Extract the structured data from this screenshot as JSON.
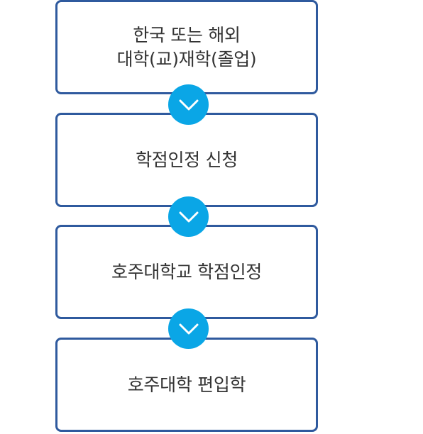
{
  "steps": [
    {
      "label": "한국 또는 해외\n대학(교)재학(졸업)"
    },
    {
      "label": "학점인정 신청"
    },
    {
      "label": "호주대학교 학점인정"
    },
    {
      "label": "호주대학 편입학"
    }
  ],
  "colors": {
    "box_border": "#2f5a9e",
    "arrow_fill": "#0aa6e6",
    "text": "#333333"
  },
  "icons": {
    "connector": "chevron-down-icon"
  }
}
